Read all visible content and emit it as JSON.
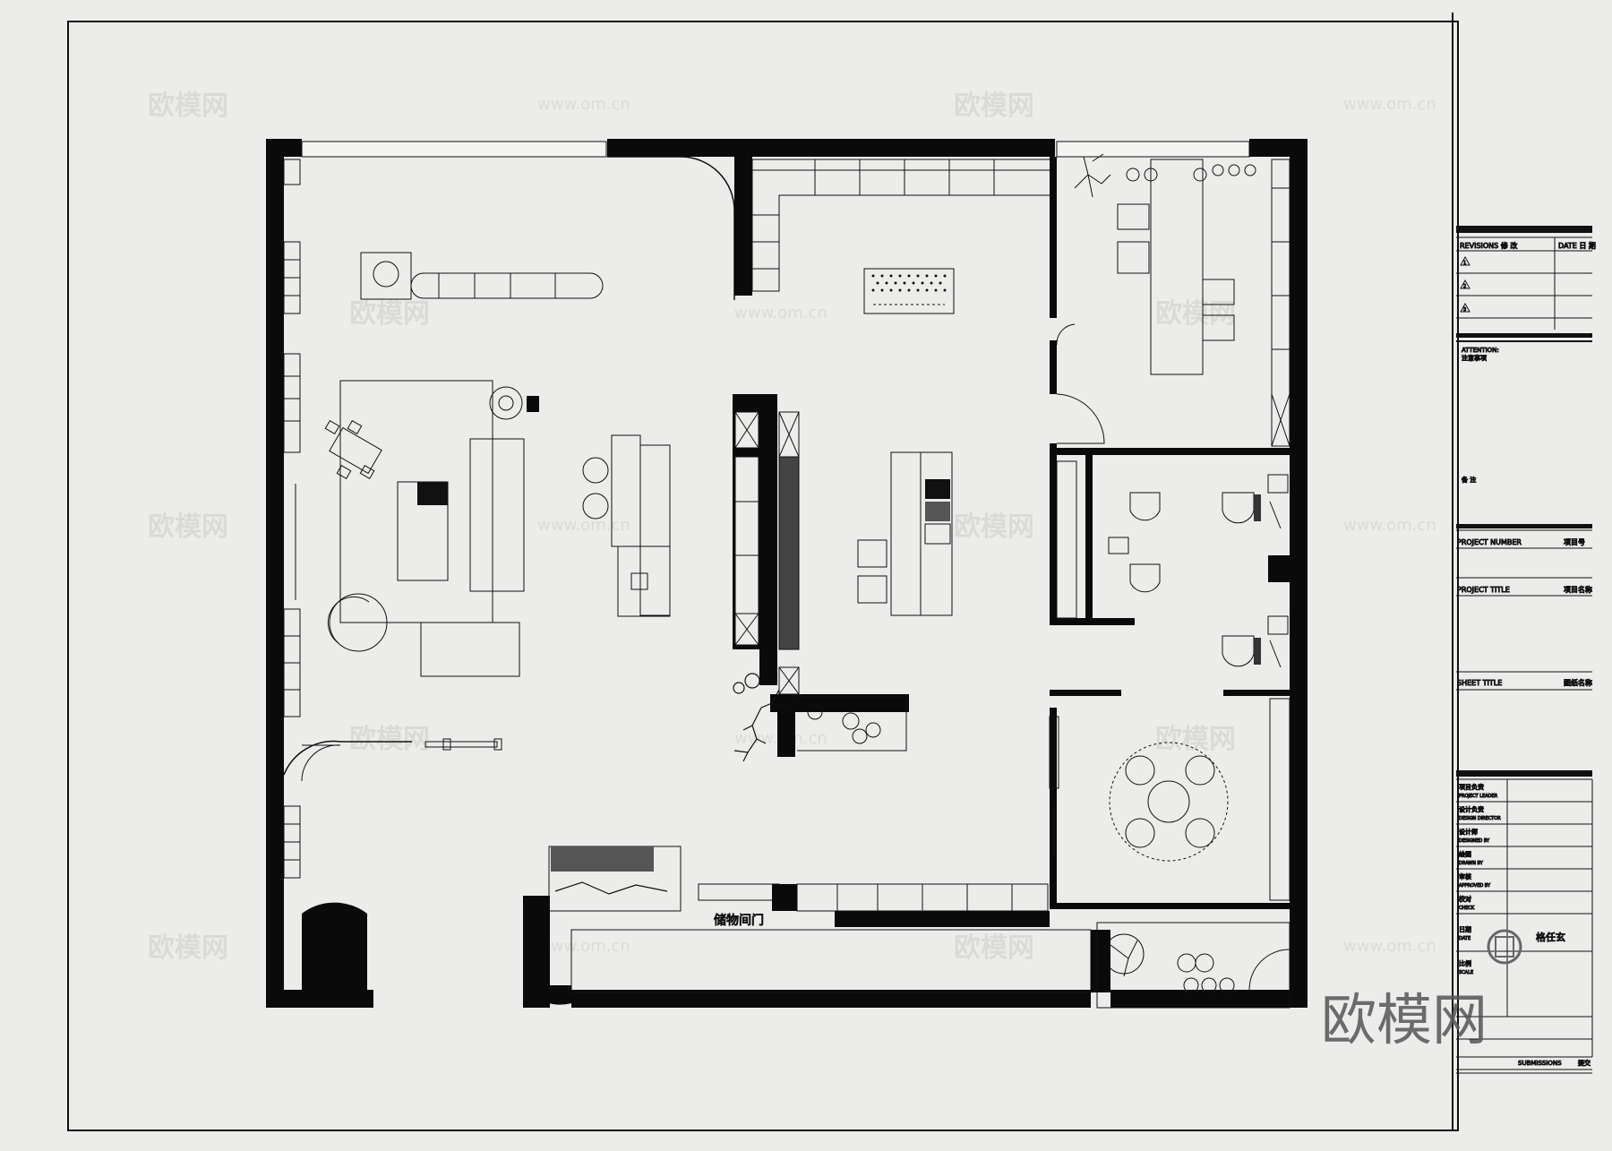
{
  "room_label": "储物间门",
  "title_block": {
    "revision_header": "REVISIONS 修 改",
    "date_header": "DATE 日 期",
    "revision_marks": [
      "1",
      "2",
      "3"
    ],
    "attention_title": "ATTENTION:",
    "attention_sub": "注意事项",
    "notes_label": "备 注",
    "project_number_label": "PROJECT NUMBER",
    "project_number_cn": "项目号",
    "project_title_label": "PROJECT TITLE",
    "project_title_cn": "项目名称",
    "sheet_title_label": "SHEET TITLE",
    "sheet_title_cn": "图纸名称",
    "roles": [
      {
        "cn": "项目负责",
        "en": "PROJECT LEADER"
      },
      {
        "cn": "设计负责",
        "en": "DESIGN DIRECTOR"
      },
      {
        "cn": "设计师",
        "en": "DESIGNED BY"
      },
      {
        "cn": "绘图",
        "en": "DRAWN BY"
      },
      {
        "cn": "审核",
        "en": "APPROVED BY"
      },
      {
        "cn": "校对",
        "en": "CHECK"
      },
      {
        "cn": "日期",
        "en": "DATE"
      },
      {
        "cn": "比例",
        "en": "SCALE"
      }
    ],
    "responsible_label": "格任玄",
    "submissions_label": "SUBMISSIONS",
    "submissions_cn": "提交"
  },
  "watermarks": {
    "cn": "欧模网",
    "url": "www.om.cn"
  },
  "brand_logo_text": "欧模网",
  "colors": {
    "paper": "#ececea",
    "line": "#111111",
    "wall": "#0a0a0a"
  }
}
